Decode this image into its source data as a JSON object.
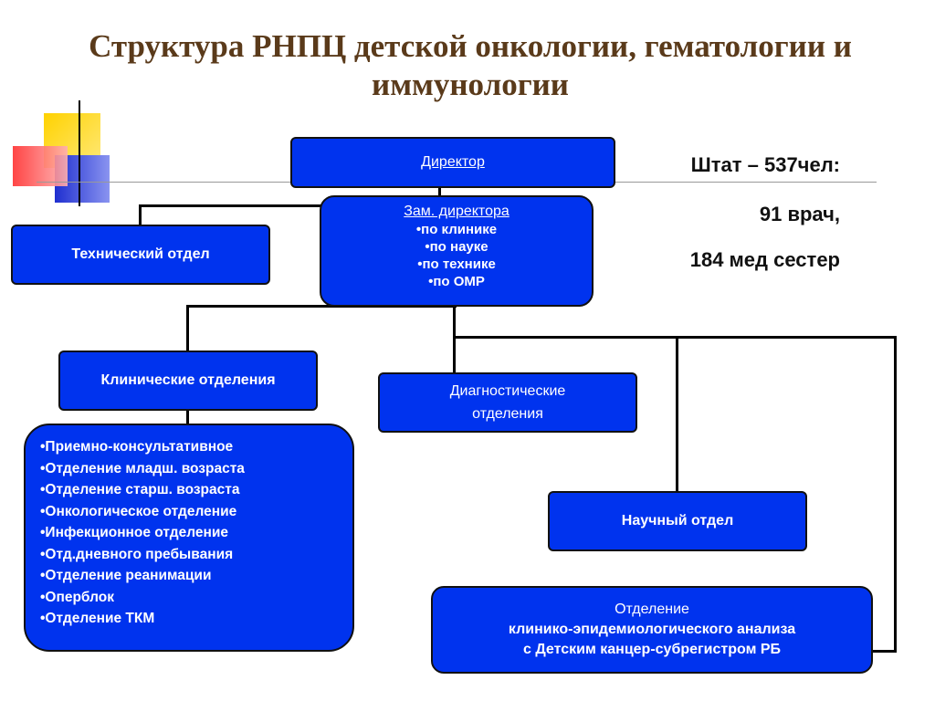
{
  "title": "Структура РНПЦ детской онкологии, гематологии и иммунологии",
  "staff": {
    "total": "Штат – 537чел:",
    "doctors": "91 врач,",
    "nurses": "184 мед сестер"
  },
  "nodes": {
    "director": "Директор",
    "deputy": {
      "title": "Зам. директора",
      "items": [
        "•по клинике",
        "•по науке",
        "•по технике",
        "•по ОМР"
      ]
    },
    "technical": "Технический отдел",
    "clinical": "Клинические отделения",
    "diagnostic": [
      "Диагностические",
      "отделения"
    ],
    "clinical_list": [
      "•Приемно-консультативное",
      "•Отделение младш. возраста",
      "•Отделение старш. возраста",
      "•Онкологическое отделение",
      "•Инфекционное отделение",
      "•Отд.дневного пребывания",
      "•Отделение реанимации",
      "•Оперблок",
      "•Отделение ТКМ"
    ],
    "science": "Научный отдел",
    "epidemiology": [
      "Отделение",
      "клинико-эпидемиологического анализа",
      "с Детским канцер-субрегистром РБ"
    ]
  },
  "colors": {
    "box": "#0033ee",
    "title": "#5a3a1a"
  }
}
